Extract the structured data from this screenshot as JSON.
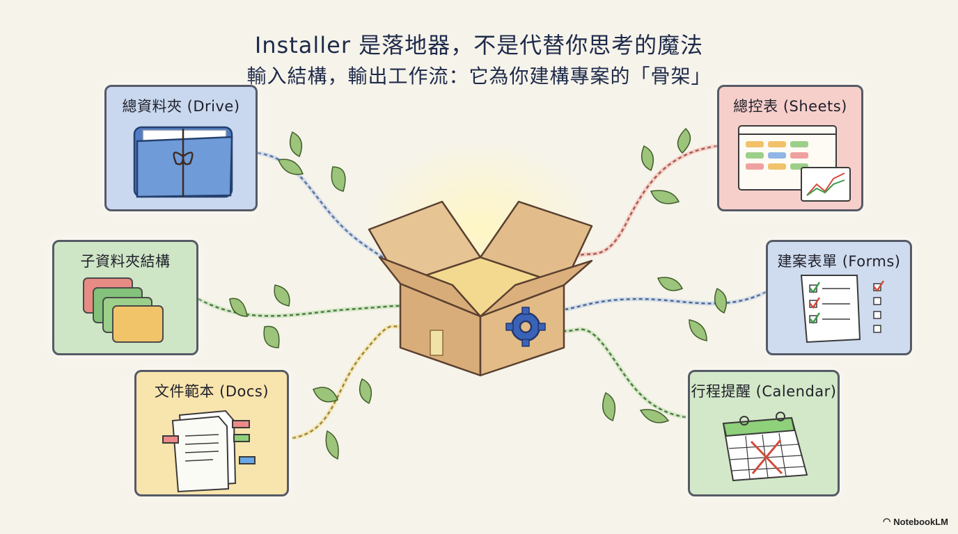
{
  "header": {
    "title": "Installer 是落地器，不是代替你思考的魔法",
    "subtitle": "輸入結構，輸出工作流：它為你建構專案的「骨架」"
  },
  "cards": {
    "drive": {
      "label": "總資料夾 (Drive)",
      "bg": "#c9d8ee",
      "icon": "folder-with-bow-icon"
    },
    "subfolders": {
      "label": "子資料夾結構",
      "bg": "#cfe6c6",
      "icon": "folder-stack-icon"
    },
    "docs": {
      "label": "文件範本 (Docs)",
      "bg": "#f8e4ad",
      "icon": "document-template-icon"
    },
    "sheets": {
      "label": "總控表 (Sheets)",
      "bg": "#f6cfcb",
      "icon": "spreadsheet-icon"
    },
    "forms": {
      "label": "建案表單 (Forms)",
      "bg": "#cfdcef",
      "icon": "checklist-form-icon"
    },
    "calendar": {
      "label": "行程提醒 (Calendar)",
      "bg": "#d3e8c8",
      "icon": "calendar-icon"
    }
  },
  "center": {
    "icon": "open-box-with-gear-icon"
  },
  "branding": {
    "logo_text": "NotebookLM",
    "icon": "notebooklm-logo-icon"
  },
  "colors": {
    "blue": "#5b8fd6",
    "green": "#6ab04c",
    "yellow": "#e8c14a",
    "red": "#e0706a"
  }
}
